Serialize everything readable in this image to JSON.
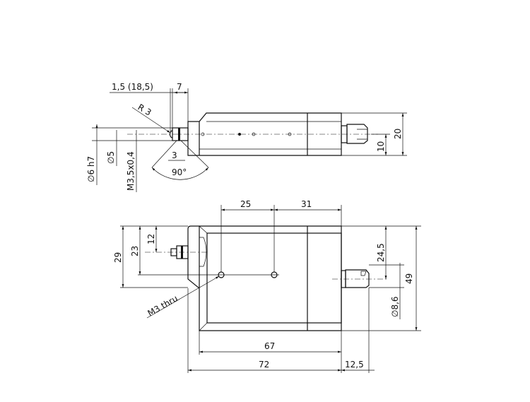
{
  "title": "Sensor dimension drawing",
  "top_view": {
    "dim_probe_offset": "1,5  (18,5)",
    "dim_tip_length": "7",
    "radius": "R 3",
    "dia_shaft": "∅6 h7",
    "dia_tip": "∅5",
    "thread": "M3,5x0,4",
    "dim_flat": "3",
    "angle": "90°",
    "dim_half_height": "10",
    "dim_height": "20"
  },
  "front_view": {
    "dim_hole_spacing": "25",
    "dim_hole_to_end": "31",
    "dim_29": "29",
    "dim_23": "23",
    "dim_12": "12",
    "hole_note": "M3 thru",
    "dim_connector_pos": "24,5",
    "dia_connector": "∅8,6",
    "dim_total_height": "49",
    "dim_body_length": "67",
    "dim_total_length": "72",
    "dim_connector_length": "12,5"
  }
}
